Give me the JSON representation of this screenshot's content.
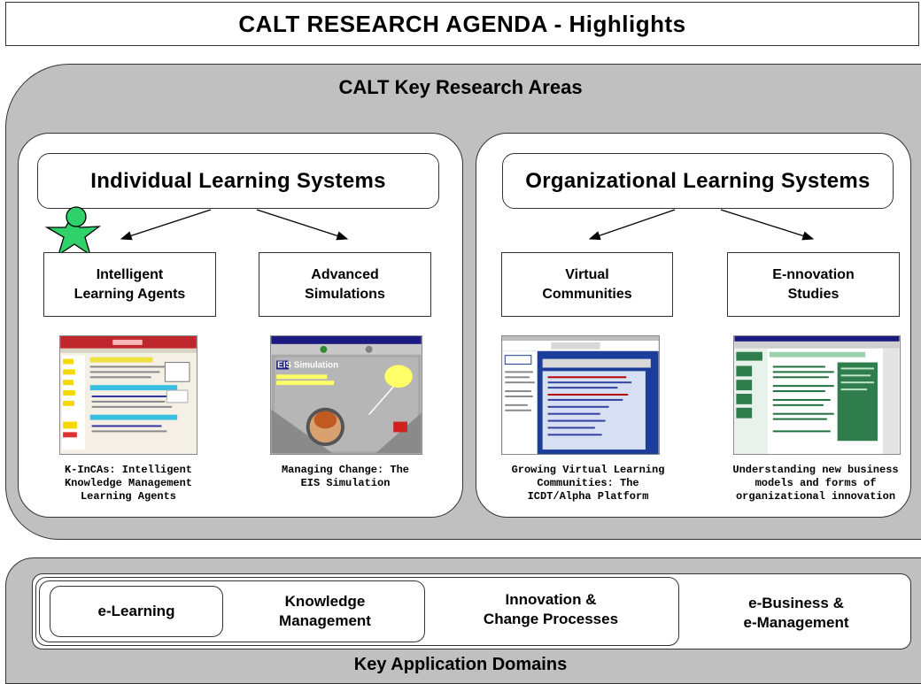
{
  "header": {
    "title": "CALT RESEARCH AGENDA - Highlights"
  },
  "research": {
    "title": "CALT Key Research Areas",
    "individual": {
      "title": "Individual Learning Systems",
      "areas": [
        {
          "label_l1": "Intelligent",
          "label_l2": "Learning Agents",
          "caption_l1": "K-InCAs: Intelligent",
          "caption_l2": "Knowledge Management",
          "caption_l3": "Learning Agents"
        },
        {
          "label_l1": "Advanced",
          "label_l2": "Simulations",
          "caption_l1": "Managing Change: The",
          "caption_l2": "EIS Simulation",
          "caption_l3": ""
        }
      ]
    },
    "organizational": {
      "title": "Organizational Learning Systems",
      "areas": [
        {
          "label_l1": "Virtual",
          "label_l2": "Communities",
          "caption_l1": "Growing Virtual Learning",
          "caption_l2": "Communities: The",
          "caption_l3": "ICDT/Alpha Platform"
        },
        {
          "label_l1": "E-nnovation",
          "label_l2": "Studies",
          "caption_l1": "Understanding new business",
          "caption_l2": "models and forms of",
          "caption_l3": "organizational innovation"
        }
      ]
    }
  },
  "thumbnails": {
    "eis_logo": "EIS Simulation"
  },
  "domains": {
    "title": "Key Application Domains",
    "items": [
      {
        "l1": "e-Learning",
        "l2": ""
      },
      {
        "l1": "Knowledge",
        "l2": "Management"
      },
      {
        "l1": "Innovation &",
        "l2": "Change Processes"
      },
      {
        "l1": "e-Business &",
        "l2": "e-Management"
      }
    ]
  },
  "icons": {
    "agent": "person-star-icon"
  },
  "colors": {
    "panel": "#c0c0c0",
    "agent_fill": "#2fd16a"
  }
}
